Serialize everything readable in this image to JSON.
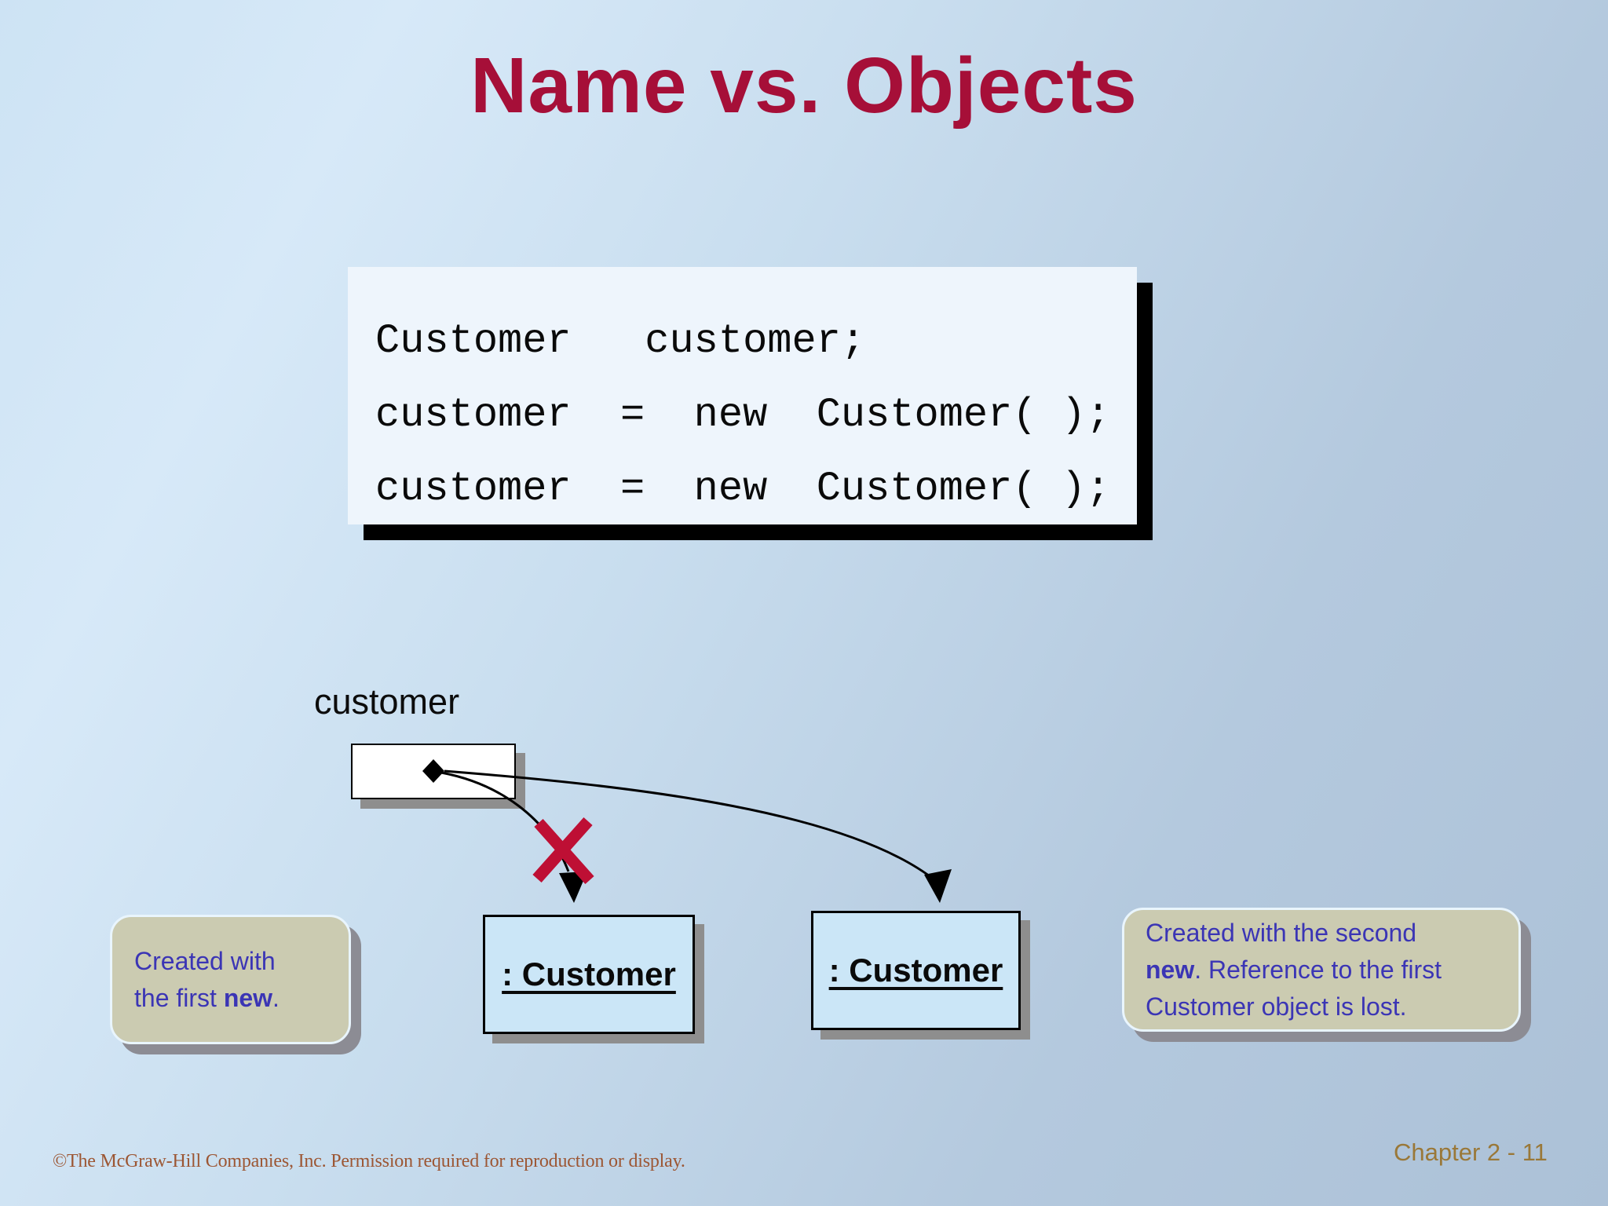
{
  "slide": {
    "title": "Name vs. Objects"
  },
  "code_box": {
    "lines": [
      "Customer   customer;",
      "customer  =  new  Customer( );",
      "customer  =  new  Customer( );"
    ]
  },
  "diagram": {
    "var_label": "customer",
    "object1_label": ": Customer",
    "object2_label": ": Customer"
  },
  "callouts": {
    "left_segments": [
      {
        "t": "Created with\nthe first ",
        "b": false
      },
      {
        "t": "new",
        "b": true
      },
      {
        "t": ".",
        "b": false
      }
    ],
    "right_segments": [
      {
        "t": "Created with the second\n",
        "b": false
      },
      {
        "t": "new",
        "b": true
      },
      {
        "t": ". Reference to the first\nCustomer object is lost.",
        "b": false
      }
    ]
  },
  "footer": {
    "copyright": "©The McGraw-Hill Companies, Inc. Permission required for reproduction or display.",
    "page_label": "Chapter 2 - 11"
  },
  "colors": {
    "title_red": "#A60F38",
    "x_red": "#BE0F34",
    "callout_text_blue": "#3B35B5",
    "callout_bg_tan": "#CBCBB1",
    "object_box_blue": "#CBE6F7",
    "code_box_bg": "#EEF5FC",
    "footer_brown_red": "#9C5633",
    "page_brown": "#9A7838",
    "shadow_gray": "#8E8E8E",
    "bg_top": "#D7E9F8",
    "bg_bottom": "#ACC1D7"
  }
}
